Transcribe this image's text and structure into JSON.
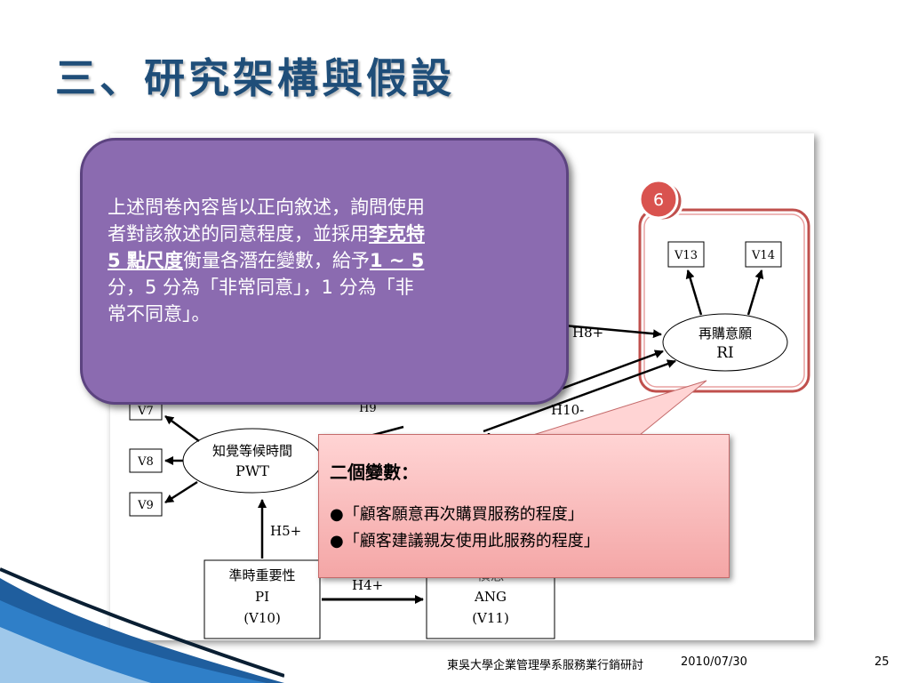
{
  "slide": {
    "title": "三、研究架構與假設",
    "page_number": "25"
  },
  "footer": {
    "org": "東吳大學企業管理學系服務業行銷研討",
    "date": "2010/07/30"
  },
  "callout_purple": {
    "line1": "上述問卷內容皆以正向敘述，詢問使用",
    "line2a": "者對該敘述的同意程度，並採用",
    "line2b": "李克特",
    "line3a": "5 點尺度",
    "line3b": "衡量各潛在變數，給予",
    "line3c": "1 ~ 5",
    "line4": "分，5 分為「非常同意」，1 分為「非",
    "line5": "常不同意」。"
  },
  "callout_pink": {
    "title": "二個變數：",
    "items": [
      "●「顧客願意再次購買服務的程度」",
      "●「顧客建議親友使用此服務的程度」"
    ]
  },
  "diagram": {
    "badge": "6",
    "nodes": {
      "ri_name": "再購意願",
      "ri_abbr": "RI",
      "pwt_name": "知覺等候時間",
      "pwt_abbr": "PWT",
      "pi_name": "準時重要性",
      "pi_abbr": "PI",
      "pi_code": "(V10)",
      "ang_name": "憤怒",
      "ang_abbr": "ANG",
      "ang_code": "(V11)"
    },
    "indicators": [
      "V13",
      "V14",
      "V7",
      "V8",
      "V9"
    ],
    "paths": [
      "H8+",
      "H10-",
      "H5+",
      "H4+",
      "H9"
    ]
  },
  "colors": {
    "title": "#1f4e79",
    "purple": "#8b6bb0",
    "badge": "#d9534f",
    "highlight": "#c0504d"
  }
}
